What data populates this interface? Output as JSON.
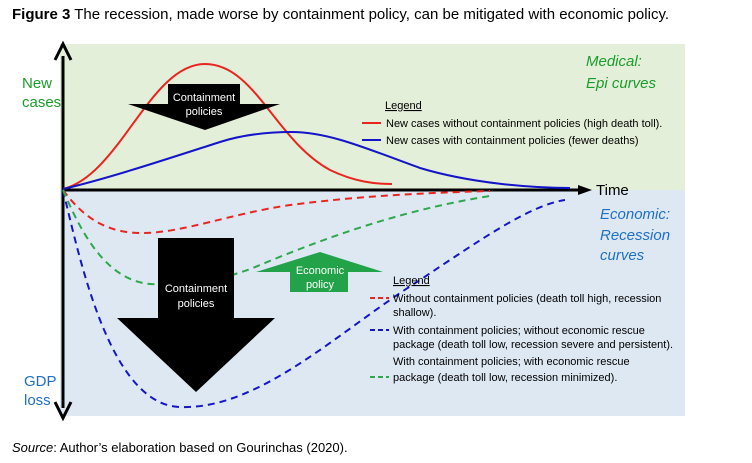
{
  "figure": {
    "label": "Figure 3",
    "caption": "The recession, made worse by containment policy, can be mitigated with economic policy."
  },
  "source": {
    "label": "Source",
    "text": ": Author’s elaboration based on Gourinchas (2020)."
  },
  "axes": {
    "y_top": [
      "New",
      "cases"
    ],
    "y_bottom": [
      "GDP",
      "loss"
    ],
    "x": "Time"
  },
  "zones": {
    "medical": [
      "Medical:",
      "Epi curves"
    ],
    "economic": [
      "Economic:",
      "Recession",
      "curves"
    ]
  },
  "arrows": {
    "containment_top": [
      "Containment",
      "policies"
    ],
    "containment_bottom": [
      "Containment",
      "policies"
    ],
    "economic_policy": [
      "Economic",
      "policy"
    ]
  },
  "legend_top": {
    "heading": "Legend",
    "items": [
      {
        "text": "New cases without containment policies (high death toll).",
        "color": "#e8251f",
        "style": "solid"
      },
      {
        "text": "New cases with containment policies (fewer deaths)",
        "color": "#1414c8",
        "style": "solid"
      }
    ]
  },
  "legend_bottom": {
    "heading": "Legend",
    "items": [
      {
        "lines": [
          "Without containment policies (death toll high, recession",
          "shallow)."
        ],
        "color": "#e8251f",
        "style": "dashed"
      },
      {
        "lines": [
          "With containment policies; without economic rescue",
          "package (death toll low, recession severe and persistent)."
        ],
        "color": "#1414c8",
        "style": "dashed"
      },
      {
        "lines": [
          "With containment policies; with economic rescue",
          "package (death toll low, recession minimized)."
        ],
        "color": "#2ea84a",
        "style": "dashed"
      }
    ]
  },
  "colors": {
    "medical_bg": "#e4efd9",
    "economic_bg": "#dde8f3",
    "red": "#e8251f",
    "blue": "#1414c8",
    "green": "#2ea84a",
    "black": "#000000",
    "economic_arrow": "#22a34a"
  }
}
